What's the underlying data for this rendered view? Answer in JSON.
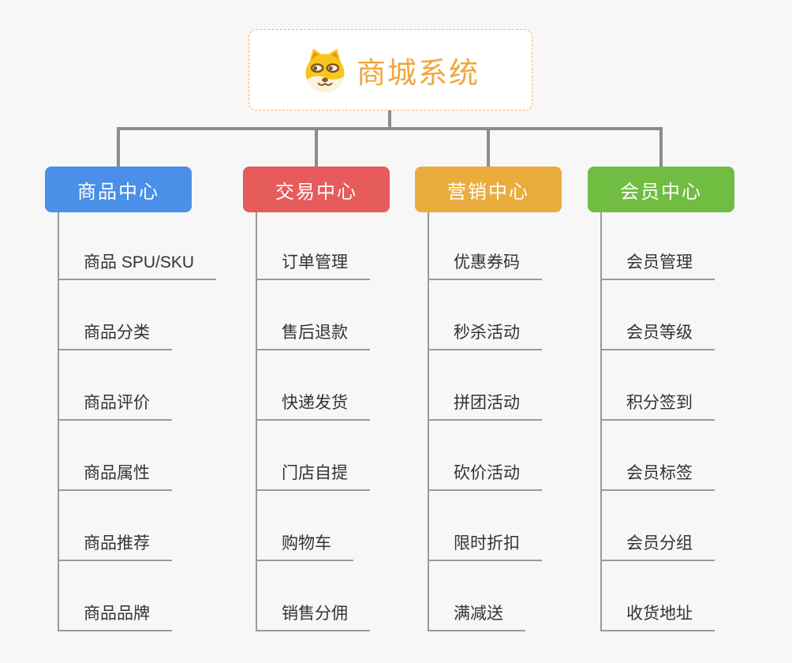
{
  "canvas": {
    "background": "#F7F7F7",
    "connector_color": "#8C8C8C",
    "branch_line_color": "#9A9A9A"
  },
  "root": {
    "label": "商城系统",
    "icon": "dog-face-icon",
    "label_color": "#F0A73C",
    "border_color": "#F3B158",
    "background": "#FFFFFF"
  },
  "branches": [
    {
      "id": "product-center",
      "label": "商品中心",
      "color": "#4A8FE8",
      "items": [
        "商品 SPU/SKU",
        "商品分类",
        "商品评价",
        "商品属性",
        "商品推荐",
        "商品品牌"
      ]
    },
    {
      "id": "trade-center",
      "label": "交易中心",
      "color": "#E65B5B",
      "items": [
        "订单管理",
        "售后退款",
        "快递发货",
        "门店自提",
        "购物车",
        "销售分佣"
      ]
    },
    {
      "id": "marketing-center",
      "label": "营销中心",
      "color": "#EBAC3E",
      "items": [
        "优惠券码",
        "秒杀活动",
        "拼团活动",
        "砍价活动",
        "限时折扣",
        "满减送"
      ]
    },
    {
      "id": "member-center",
      "label": "会员中心",
      "color": "#70BD41",
      "items": [
        "会员管理",
        "会员等级",
        "积分签到",
        "会员标签",
        "会员分组",
        "收货地址"
      ]
    }
  ]
}
